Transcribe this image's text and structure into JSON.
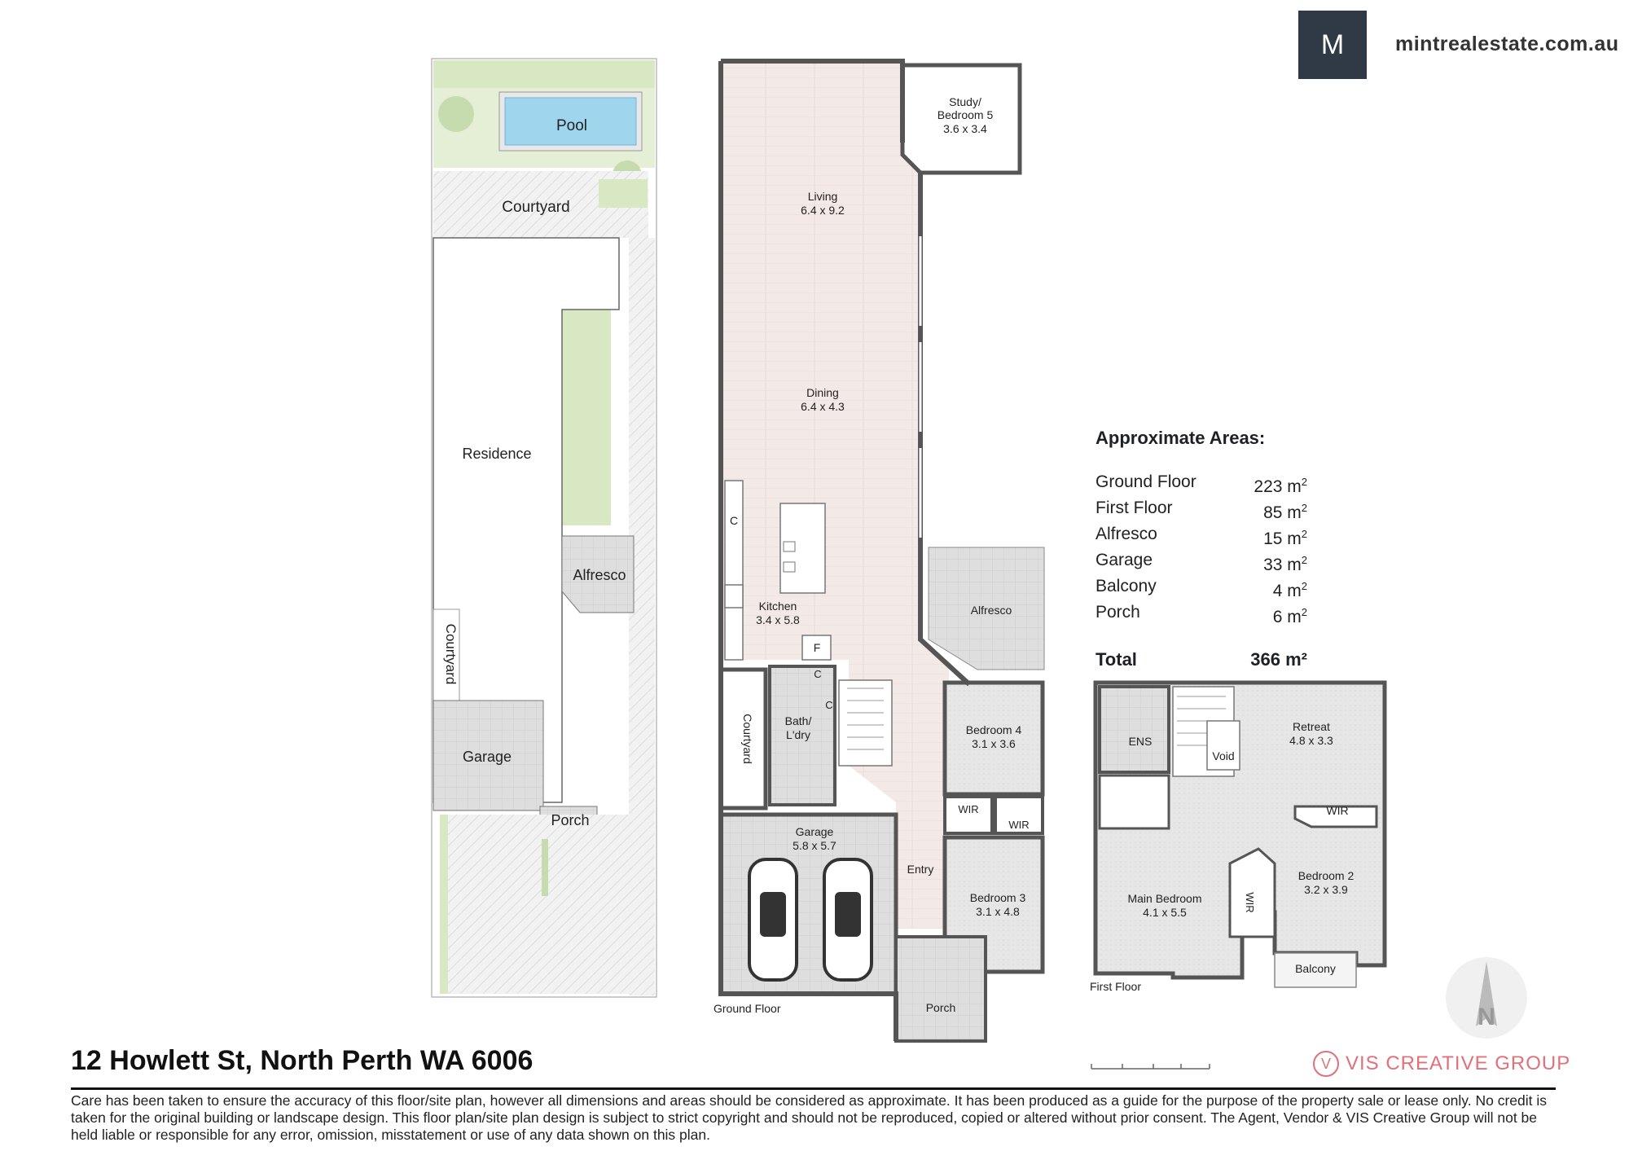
{
  "brand": {
    "website": "mintrealestate.com.au",
    "logo_letter": "M",
    "logo_color": "#2f3a46",
    "credit": "VIS CREATIVE GROUP",
    "credit_color": "#e0707a"
  },
  "site_plan": {
    "pool": "Pool",
    "courtyard_top": "Courtyard",
    "residence": "Residence",
    "alfresco": "Alfresco",
    "courtyard_side": "Courtyard",
    "garage": "Garage",
    "porch": "Porch"
  },
  "ground_floor": {
    "label": "Ground Floor",
    "study_name": "Study/",
    "study_name2": "Bedroom 5",
    "study_dim": "3.6 x 3.4",
    "living_name": "Living",
    "living_dim": "6.4 x 9.2",
    "dining_name": "Dining",
    "dining_dim": "6.4 x 4.3",
    "kitchen_name": "Kitchen",
    "kitchen_dim": "3.4 x 5.8",
    "cupboard": "C",
    "fridge": "F",
    "alfresco": "Alfresco",
    "courtyard": "Courtyard",
    "bath_name": "Bath/",
    "bath_name2": "L'dry",
    "bed4_name": "Bedroom 4",
    "bed4_dim": "3.1 x 3.6",
    "wir": "WIR",
    "garage_name": "Garage",
    "garage_dim": "5.8 x 5.7",
    "entry": "Entry",
    "bed3_name": "Bedroom 3",
    "bed3_dim": "3.1 x 4.8",
    "porch": "Porch"
  },
  "first_floor": {
    "label": "First Floor",
    "ens": "ENS",
    "void": "Void",
    "retreat_name": "Retreat",
    "retreat_dim": "4.8 x 3.3",
    "wir": "WIR",
    "main_name": "Main Bedroom",
    "main_dim": "4.1 x 5.5",
    "bed2_name": "Bedroom 2",
    "bed2_dim": "3.2 x 3.9",
    "balcony": "Balcony"
  },
  "areas": {
    "title": "Approximate Areas:",
    "rows": [
      {
        "name": "Ground Floor",
        "value": "223 m",
        "sup": "2"
      },
      {
        "name": "First Floor",
        "value": "85 m",
        "sup": "2"
      },
      {
        "name": "Alfresco",
        "value": "15 m",
        "sup": "2"
      },
      {
        "name": "Garage",
        "value": "33 m",
        "sup": "2"
      },
      {
        "name": "Balcony",
        "value": "4 m",
        "sup": "2"
      },
      {
        "name": "Porch",
        "value": "6 m",
        "sup": "2"
      }
    ],
    "total_label": "Total",
    "total_value": "366 m²"
  },
  "address": "12 Howlett St, North Perth WA 6006",
  "disclaimer": "Care has been taken to ensure the accuracy of this floor/site plan, however all dimensions and areas should be considered as approximate. It has been produced as a guide for the purpose of the property sale or lease only. No credit is taken for the original building or landscape design. This floor plan/site plan design is subject to strict copyright and should not be reproduced, copied or altered without prior consent. The Agent, Vendor & VIS Creative Group will not be held liable or responsible for any error, omission, misstatement or use of any data shown on this plan.",
  "compass_label": "N"
}
